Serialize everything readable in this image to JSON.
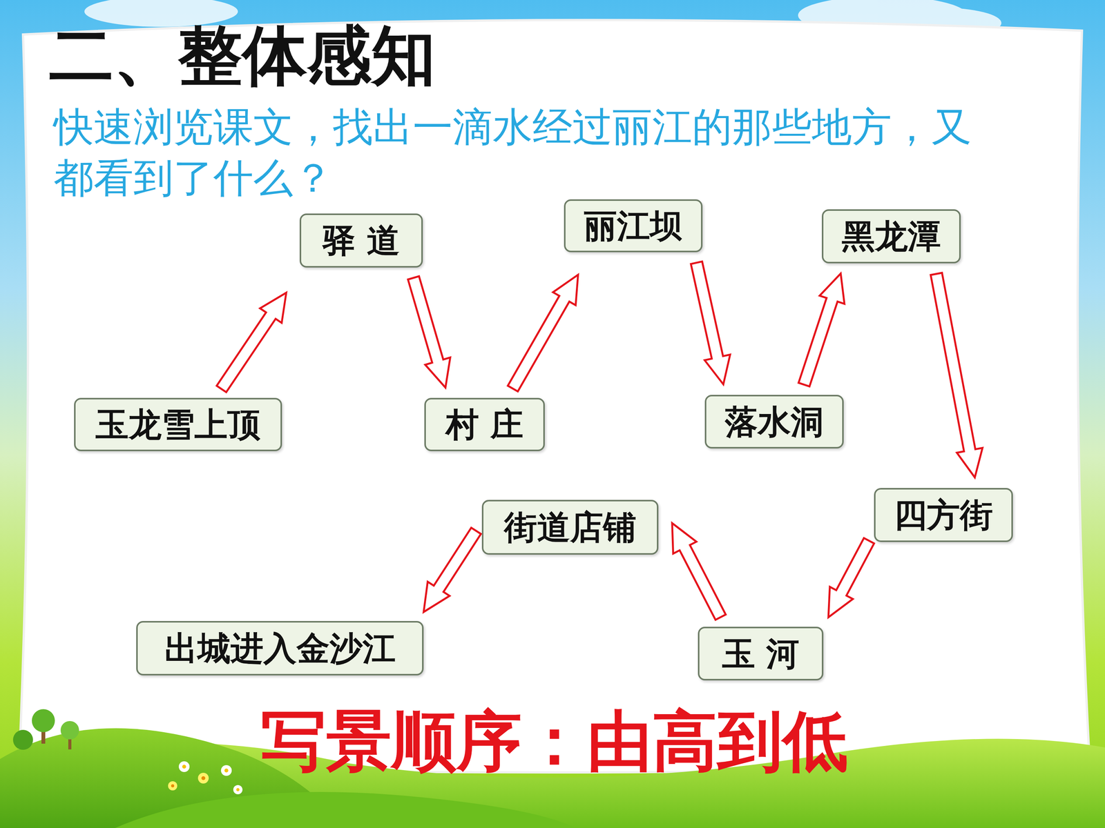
{
  "diagram": {
    "title": "二、整体感知",
    "nodes": [
      {
        "text": [
          "玉龙雪上顶"
        ]
      },
      {
        "text": [
          "驿 道"
        ]
      },
      {
        "text": [
          "村 庄"
        ]
      },
      {
        "text": [
          "丽江坝"
        ]
      },
      {
        "text": [
          "落水洞"
        ]
      },
      {
        "text": [
          "黑龙潭"
        ]
      },
      {
        "text": [
          "四方街"
        ]
      },
      {
        "text": [
          "玉 河"
        ]
      },
      {
        "text": [
          "街道店铺"
        ]
      },
      {
        "text": [
          "出城进入金沙江"
        ]
      }
    ],
    "edges": [
      {
        "from": 0,
        "to": 1,
        "arrow": "to"
      },
      {
        "from": 1,
        "to": 2,
        "arrow": "to"
      },
      {
        "from": 2,
        "to": 3,
        "arrow": "to"
      },
      {
        "from": 3,
        "to": 4,
        "arrow": "to"
      },
      {
        "from": 4,
        "to": 5,
        "arrow": "to"
      },
      {
        "from": 5,
        "to": 6,
        "arrow": "to"
      },
      {
        "from": 6,
        "to": 7,
        "arrow": "to"
      },
      {
        "from": 7,
        "to": 8,
        "arrow": "to"
      },
      {
        "from": 8,
        "to": 9,
        "arrow": "to"
      }
    ],
    "labels": [
      "快速浏览课文，找出一滴水经过丽江的那些地方，又都看到了什么？",
      "写景顺序：由高到低"
    ]
  }
}
